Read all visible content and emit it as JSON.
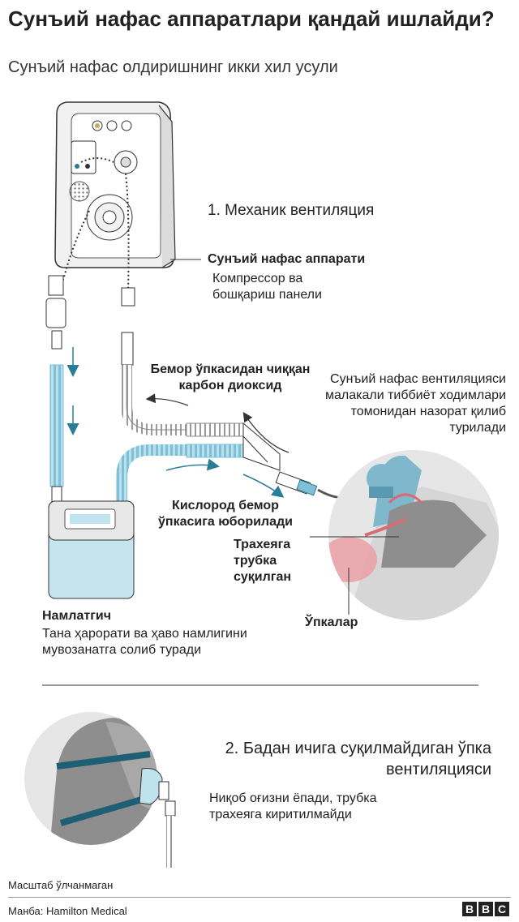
{
  "header": {
    "title": "Сунъий нафас аппаратлари қандай ишлайди?",
    "subtitle": "Сунъий нафас олдиришнинг икки хил усули"
  },
  "section1": {
    "heading": "1. Механик вентиляция",
    "machine": {
      "title": "Сунъий нафас аппарати",
      "desc": "Компрессор ва бошқариш панели"
    },
    "co2": "Бемор ўпкасидан чиққан карбон диоксид",
    "staff": "Сунъий нафас вентиляцияси малакали тиббиёт ходимлари томонидан назорат қилиб турилади",
    "oxygen": "Кислород бемор ўпкасига юборилади",
    "trachea": "Трахеяга трубка суқилган",
    "lungs": "Ўпкалар",
    "humidifier": {
      "title": "Намлатгич",
      "desc": "Тана ҳарорати ва ҳаво намлигини мувозанатга солиб туради"
    }
  },
  "section2": {
    "heading": "2. Бадан ичига суқилмайдиган ўпка вентиляцияси",
    "desc": "Ниқоб оғизни ёпади, трубка трахеяга киритилмайди"
  },
  "footer": {
    "scale": "Масштаб ўлчанмаган",
    "source": "Манба: Hamilton Medical",
    "logo": [
      "B",
      "B",
      "C"
    ]
  },
  "colors": {
    "tube_blue": "#7fc0d6",
    "arrow_blue": "#2a7d96",
    "mask_strap": "#1f5f74",
    "lung_pink": "#e9a0a6",
    "scrub_blue": "#7fb8cc",
    "circle_grey": "#e6e6e6",
    "device_grey": "#f1f1f1"
  }
}
